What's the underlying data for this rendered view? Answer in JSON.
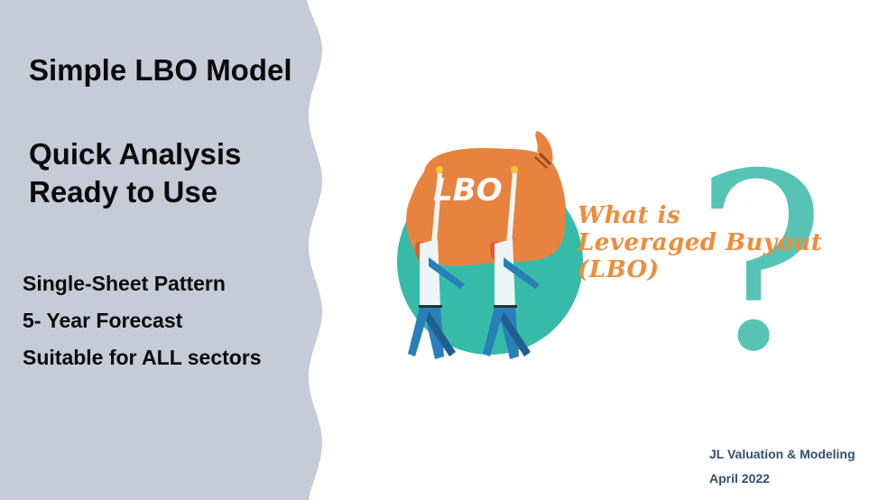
{
  "slide": {
    "title": "Simple LBO Model",
    "subtitle_lines": [
      "Quick Analysis",
      "Ready to Use"
    ],
    "features": [
      "Single-Sheet Pattern",
      "5- Year Forecast",
      "Suitable for ALL sectors"
    ],
    "illustration": {
      "bag_label": "LBO",
      "headline_lines": [
        "What is",
        "Leveraged Buyout",
        "(LBO)"
      ],
      "question_mark": "?"
    },
    "footer": {
      "company": "JL Valuation & Modeling",
      "date": "April 2022"
    }
  },
  "colors": {
    "panel": "#c5cbd7",
    "text": "#0a0a0a",
    "orange": "#e8823f",
    "teal": "#3bbba6",
    "question": "#57c3b4",
    "footer": "#34506e"
  }
}
